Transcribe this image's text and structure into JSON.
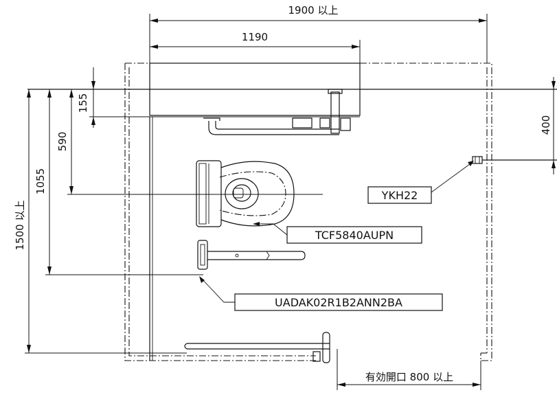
{
  "dimensions": {
    "overall_width": "1900 以上",
    "wall_length": "1190",
    "depth_155": "155",
    "depth_590": "590",
    "depth_1055": "1055",
    "overall_depth": "1500 以上",
    "side_400": "400",
    "door_opening": "有効開口 800 以上"
  },
  "callouts": {
    "wall_rail": "YKH22",
    "toilet": "TCF5840AUPN",
    "handrail": "UADAK02R1B2ANN2BA"
  }
}
